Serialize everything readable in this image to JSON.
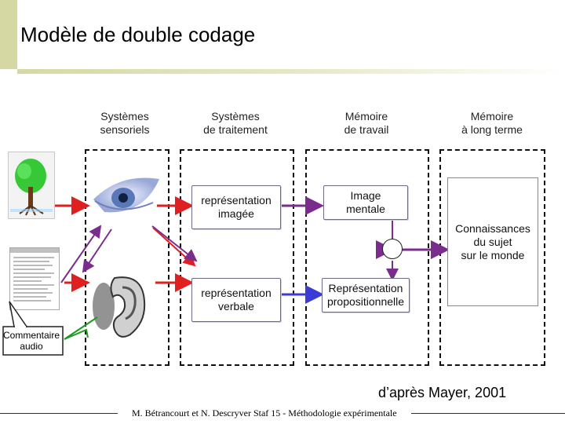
{
  "title": "Modèle de double codage",
  "columns": [
    {
      "line1": "Systèmes",
      "line2": "sensoriels"
    },
    {
      "line1": "Systèmes",
      "line2": "de traitement"
    },
    {
      "line1": "Mémoire",
      "line2": "de travail"
    },
    {
      "line1": "Mémoire",
      "line2": "à long terme"
    }
  ],
  "boxes": {
    "rep_imagee_1": "représentation",
    "rep_imagee_2": "imagée",
    "rep_verbale_1": "représentation",
    "rep_verbale_2": "verbale",
    "image_mentale_1": "Image",
    "image_mentale_2": "mentale",
    "rep_prop_1": "Représentation",
    "rep_prop_2": "propositionnelle",
    "connaissances_1": "Connaissances",
    "connaissances_2": "du sujet",
    "connaissances_3": "sur le monde"
  },
  "callout": {
    "line1": "Commentaire",
    "line2": "audio"
  },
  "credit": "d’après Mayer, 2001",
  "footer": "M. Bétrancourt et N. Descryver Staf 15 - Méthodologie expérimentale",
  "colors": {
    "red_arrow": "#e02020",
    "purple_arrow": "#7b2d8e",
    "blue_arrow": "#3b3bd6",
    "green_line": "#1f9a1f",
    "dashed_border": "#111111"
  },
  "icons": [
    "tree-icon",
    "document-icon",
    "eye-icon",
    "ear-icon"
  ]
}
